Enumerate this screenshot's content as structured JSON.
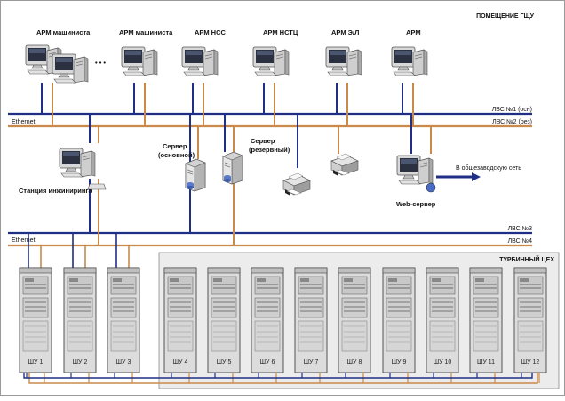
{
  "area_top_label": "ПОМЕЩЕНИЕ ГЩУ",
  "area_bottom_label": "ТУРБИННЫЙ ЦЕХ",
  "colors": {
    "bus_blue": "#1f2f86",
    "bus_orange": "#c98a4a",
    "cabinet": "#dcdcdc",
    "area_fill": "#ececec"
  },
  "workstations": [
    {
      "label": "АРМ машиниста"
    },
    {
      "label": "АРМ машиниста"
    },
    {
      "label": "АРМ НСС"
    },
    {
      "label": "АРМ НСТЦ"
    },
    {
      "label": "АРМ Э/Л"
    },
    {
      "label": "АРМ"
    }
  ],
  "ellipsis": "• • •",
  "buses": {
    "ethernet_top": "Ethernet",
    "lan1": "ЛВС №1 (осн)",
    "lan2": "ЛВС №2 (рез)",
    "ethernet_bottom": "Ethernet",
    "lan3": "ЛВС №3",
    "lan4": "ЛВС №4"
  },
  "servers": {
    "main_line1": "Сервер",
    "main_line2": "(основной)",
    "reserve_line1": "Сервер",
    "reserve_line2": "(резервный)"
  },
  "engineering_station": "Станция инжиниринга",
  "web_server": "Web-сервер",
  "plant_network": "В общезаводскую сеть",
  "cabinets": [
    "ШУ 1",
    "ШУ 2",
    "ШУ 3",
    "ШУ 4",
    "ШУ 5",
    "ШУ 6",
    "ШУ 7",
    "ШУ 8",
    "ШУ 9",
    "ШУ 10",
    "ШУ 11",
    "ШУ 12"
  ]
}
